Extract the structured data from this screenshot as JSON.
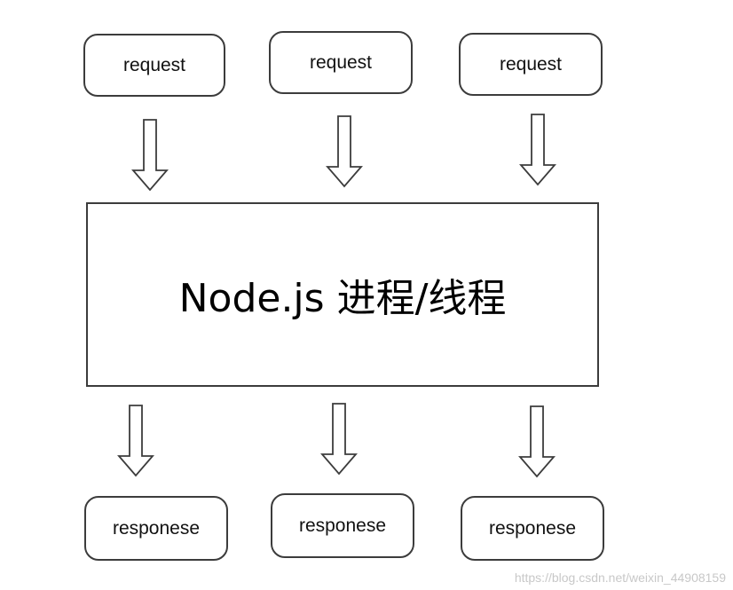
{
  "requests": [
    {
      "label": "request"
    },
    {
      "label": "request"
    },
    {
      "label": "request"
    }
  ],
  "process": {
    "label": "Node.js 进程/线程"
  },
  "responses": [
    {
      "label": "responese"
    },
    {
      "label": "responese"
    },
    {
      "label": "responese"
    }
  ],
  "watermark": "https://blog.csdn.net/weixin_44908159",
  "colors": {
    "stroke": "#3c3c3c",
    "background": "#ffffff",
    "watermark": "#c8c8c8"
  }
}
